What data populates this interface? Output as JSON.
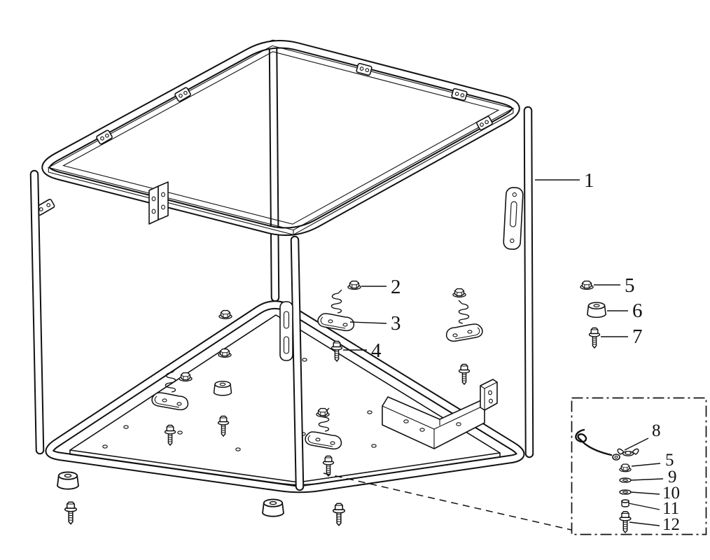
{
  "figure": {
    "background": "#ffffff",
    "ink": "#111111",
    "main_callouts": [
      {
        "label": "1"
      },
      {
        "label": "2"
      },
      {
        "label": "3"
      },
      {
        "label": "4"
      },
      {
        "label": "5"
      },
      {
        "label": "6"
      },
      {
        "label": "7"
      }
    ],
    "inset_callouts": [
      {
        "label": "8"
      },
      {
        "label": "5"
      },
      {
        "label": "9"
      },
      {
        "label": "10"
      },
      {
        "label": "11"
      },
      {
        "label": "12"
      }
    ]
  }
}
